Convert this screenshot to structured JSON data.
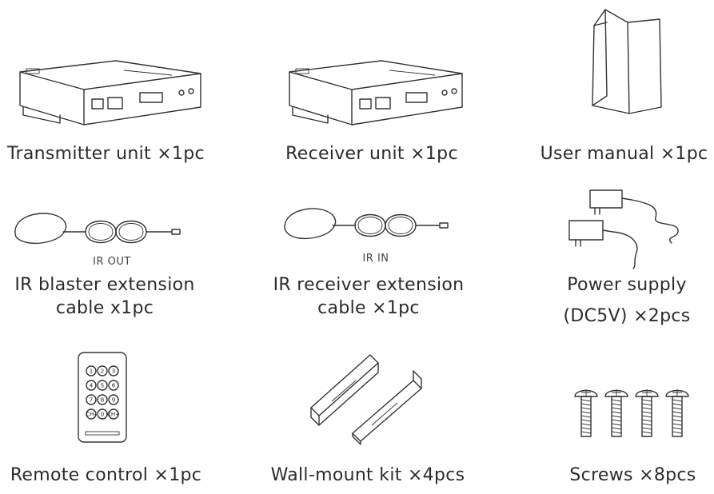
{
  "items": [
    {
      "caption": "Transmitter unit ×1pc"
    },
    {
      "caption": "Receiver unit ×1pc"
    },
    {
      "caption": "User manual ×1pc"
    },
    {
      "caption_line1": "IR blaster extension",
      "caption_line2": "cable x1pc",
      "label": "IR OUT"
    },
    {
      "caption_line1": "IR receiver extension",
      "caption_line2": "cable ×1pc",
      "label": "IR IN"
    },
    {
      "caption_line1": "Power supply",
      "caption_line2": "(DC5V) ×2pcs"
    },
    {
      "caption": "Remote control ×1pc",
      "buttons": [
        "1",
        "2",
        "3",
        "4",
        "5",
        "6",
        "7",
        "8",
        "9",
        "CH-",
        "0",
        "CH+"
      ]
    },
    {
      "caption": "Wall-mount kit ×4pcs"
    },
    {
      "caption": "Screws ×8pcs"
    }
  ]
}
